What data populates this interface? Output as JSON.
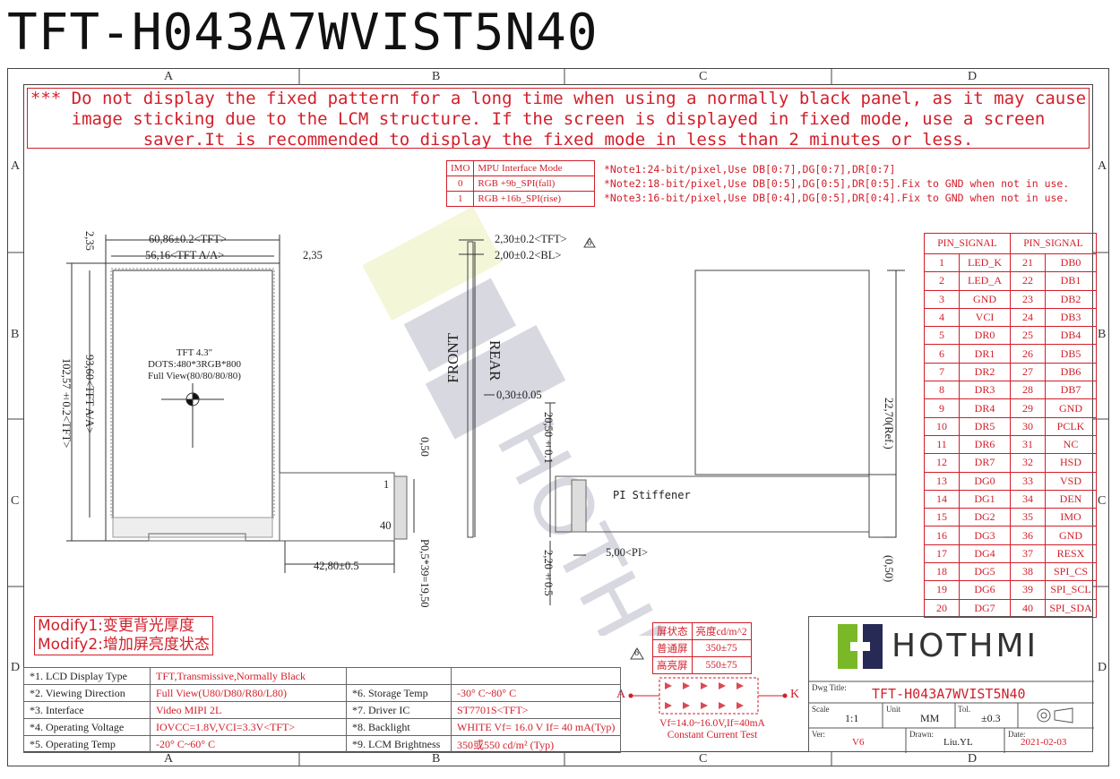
{
  "title": "TFT-H043A7WVIST5N40",
  "zones": {
    "columns": [
      "A",
      "B",
      "C",
      "D"
    ],
    "rows": [
      "A",
      "B",
      "C",
      "D"
    ]
  },
  "warning": "*** Do not display the fixed pattern for a long time when using a normally black panel, as it may cause image sticking due to the LCM structure. If the screen is displayed in fixed mode, use a screen saver.It is recommended to display the fixed mode in less than 2 minutes or less.",
  "imo_table": {
    "headers": [
      "IMO",
      "MPU Interface Mode"
    ],
    "rows": [
      [
        "0",
        "RGB +9b_SPI(fall)"
      ],
      [
        "1",
        "RGB +16b_SPI(rise)"
      ]
    ]
  },
  "notes": [
    "*Note1:24-bit/pixel,Use DB[0:7],DG[0:7],DR[0:7]",
    "*Note2:18-bit/pixel,Use DB[0:5],DG[0:5],DR[0:5].Fix to GND  when not in use.",
    "*Note3:16-bit/pixel,Use DB[0:4],DG[0:5],DR[0:4].Fix to GND  when not in use."
  ],
  "pin_table": {
    "headers": [
      "PIN_SIGNAL",
      "PIN_SIGNAL"
    ],
    "rows": [
      [
        "1",
        "LED_K",
        "21",
        "DB0"
      ],
      [
        "2",
        "LED_A",
        "22",
        "DB1"
      ],
      [
        "3",
        "GND",
        "23",
        "DB2"
      ],
      [
        "4",
        "VCI",
        "24",
        "DB3"
      ],
      [
        "5",
        "DR0",
        "25",
        "DB4"
      ],
      [
        "6",
        "DR1",
        "26",
        "DB5"
      ],
      [
        "7",
        "DR2",
        "27",
        "DB6"
      ],
      [
        "8",
        "DR3",
        "28",
        "DB7"
      ],
      [
        "9",
        "DR4",
        "29",
        "GND"
      ],
      [
        "10",
        "DR5",
        "30",
        "PCLK"
      ],
      [
        "11",
        "DR6",
        "31",
        "NC"
      ],
      [
        "12",
        "DR7",
        "32",
        "HSD"
      ],
      [
        "13",
        "DG0",
        "33",
        "VSD"
      ],
      [
        "14",
        "DG1",
        "34",
        "DEN"
      ],
      [
        "15",
        "DG2",
        "35",
        "IMO"
      ],
      [
        "16",
        "DG3",
        "36",
        "GND"
      ],
      [
        "17",
        "DG4",
        "37",
        "RESX"
      ],
      [
        "18",
        "DG5",
        "38",
        "SPI_CS"
      ],
      [
        "19",
        "DG6",
        "39",
        "SPI_SCL"
      ],
      [
        "20",
        "DG7",
        "40",
        "SPI_SDA"
      ]
    ]
  },
  "front_view": {
    "dim_width_tft": "60,86±0.2<TFT>",
    "dim_width_aa": "56,16<TFT A/A>",
    "dim_top": "2,35",
    "dim_side": "2,35",
    "dim_height_tft": "102,57±0.2<TFT>",
    "dim_height_aa": "93,60<TFT A/A>",
    "center_text": [
      "TFT 4.3\"",
      "DOTS:480*3RGB*800",
      "Full View(80/80/80/80)"
    ],
    "fpc_dim": "42,80±0.5",
    "fpc_top": "0,50",
    "fpc_pitch": "P0,5*39=19,50",
    "pin_1": "1",
    "pin_40": "40"
  },
  "side_view": {
    "dim_tft": "2,30±0.2<TFT>",
    "dim_bl": "2,00±0.2<BL>",
    "rev_mark": "6",
    "front_label": "FRONT",
    "rear_label": "REAR",
    "dim_thin": "0,30±0.05"
  },
  "fpc_view": {
    "dim_height": "20,50±0.1",
    "stiffener": "PI Stiffener",
    "dim_pi": "5,00<PI>",
    "dim_bottom": "2,20±0.5"
  },
  "rear_view": {
    "dim_ref": "22,70(Ref.)",
    "dim_small": "(0,50)"
  },
  "modify": [
    "Modify1:变更背光厚度",
    "Modify2:增加屏亮度状态"
  ],
  "brightness": {
    "headers": [
      "屏状态",
      "亮度cd/m^2"
    ],
    "rows": [
      [
        "普通屏",
        "350±75"
      ],
      [
        "高亮屏",
        "550±75"
      ]
    ],
    "rev_mark": "6"
  },
  "led": {
    "anode": "A",
    "cathode": "K",
    "spec": "Vf=14.0~16.0V,If=40mA",
    "mode": "Constant Current Test"
  },
  "spec_rows": [
    {
      "k1": "*1. LCD Display Type",
      "v1": "TFT,Transmissive,Normally Black",
      "k2": "",
      "v2": ""
    },
    {
      "k1": "*2. Viewing Direction",
      "v1": "Full View(U80/D80/R80/L80)",
      "k2": "*6. Storage Temp",
      "v2": "-30° C~80° C"
    },
    {
      "k1": "*3. Interface",
      "v1": "Video MIPI 2L",
      "k2": "*7. Driver IC",
      "v2": "ST7701S<TFT>"
    },
    {
      "k1": "*4. Operating Voltage",
      "v1": "IOVCC=1.8V,VCI=3.3V<TFT>",
      "k2": "*8. Backlight",
      "v2": "WHITE Vf= 16.0 V If= 40 mA(Typ)"
    },
    {
      "k1": "*5. Operating Temp",
      "v1": "-20° C~60° C",
      "k2": "*9. LCM Brightness",
      "v2": "350或550 cd/m² (Typ)"
    }
  ],
  "title_block": {
    "brand": "HOTHMI",
    "dwg_label": "Dwg Title:",
    "dwg_value": "TFT-H043A7WVIST5N40",
    "scale_label": "Scale",
    "scale_value": "1:1",
    "unit_label": "Unit",
    "unit_value": "MM",
    "tol_label": "Tol.",
    "tol_value": "±0.3",
    "ver_label": "Ver:",
    "ver_value": "V6",
    "drawn_label": "Drawn:",
    "drawn_value": "Liu.YL",
    "date_label": "Date:",
    "date_value": "2021-02-03"
  },
  "colors": {
    "accent": "#d21e2a",
    "line": "#444444",
    "brand_green": "#79b928",
    "brand_navy": "#262a55"
  }
}
